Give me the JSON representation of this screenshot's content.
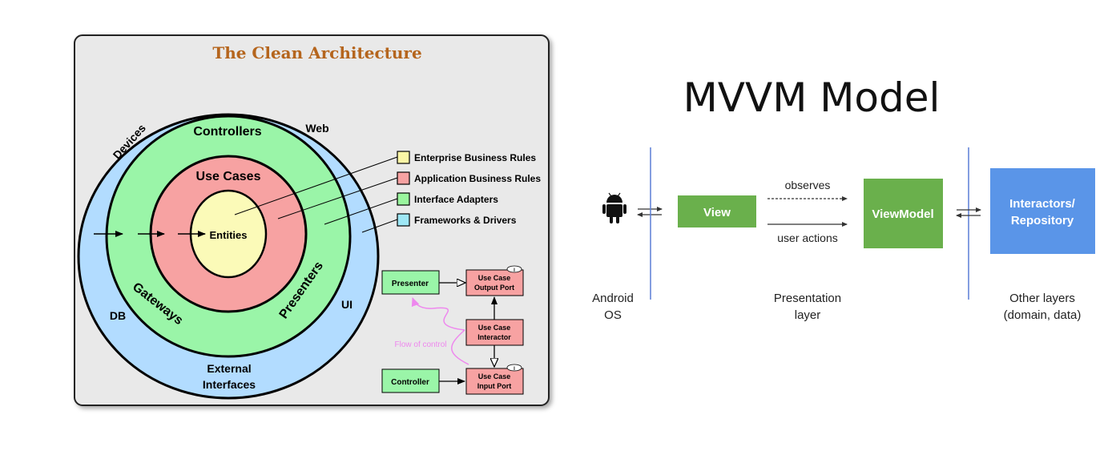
{
  "clean_arch": {
    "title": "The Clean Architecture",
    "rings": {
      "outer": {
        "label_top_left": "Devices",
        "label_top_right": "Web",
        "label_left": "DB",
        "label_right": "UI",
        "label_bottom_1": "External",
        "label_bottom_2": "Interfaces"
      },
      "green": {
        "label_top": "Controllers",
        "label_left": "Gateways",
        "label_right": "Presenters"
      },
      "red": {
        "label_top": "Use Cases"
      },
      "core": {
        "label": "Entities"
      }
    },
    "legend": [
      {
        "label": "Enterprise Business Rules",
        "color": "#fbf6a6"
      },
      {
        "label": "Application Business Rules",
        "color": "#f7a2a2"
      },
      {
        "label": "Interface Adapters",
        "color": "#9af59e"
      },
      {
        "label": "Frameworks & Drivers",
        "color": "#9ee7f5"
      }
    ],
    "flow": {
      "presenter": "Presenter",
      "controller": "Controller",
      "output_port_1": "Use Case",
      "output_port_2": "Output Port",
      "interactor_1": "Use Case",
      "interactor_2": "Interactor",
      "input_port_1": "Use Case",
      "input_port_2": "Input Port",
      "flow_label": "Flow of control",
      "interface_mark": "I"
    },
    "colors": {
      "title": "#b5651d",
      "outer": "#b2dcff",
      "green": "#9af5a8",
      "red": "#f7a2a2",
      "core": "#fbfab8",
      "frame": "#e9e9e9",
      "flow": "#ee88ee"
    }
  },
  "mvvm": {
    "title": "MVVM Model",
    "view": "View",
    "viewmodel": "ViewModel",
    "repo_1": "Interactors/",
    "repo_2": "Repository",
    "observes": "observes",
    "user_actions": "user actions",
    "android_1": "Android",
    "android_2": "OS",
    "presentation_1": "Presentation",
    "presentation_2": "layer",
    "other_1": "Other layers",
    "other_2": "(domain, data)",
    "colors": {
      "green": "#6ab04c",
      "blue": "#5a95e8",
      "line": "#5b7fd6"
    }
  }
}
